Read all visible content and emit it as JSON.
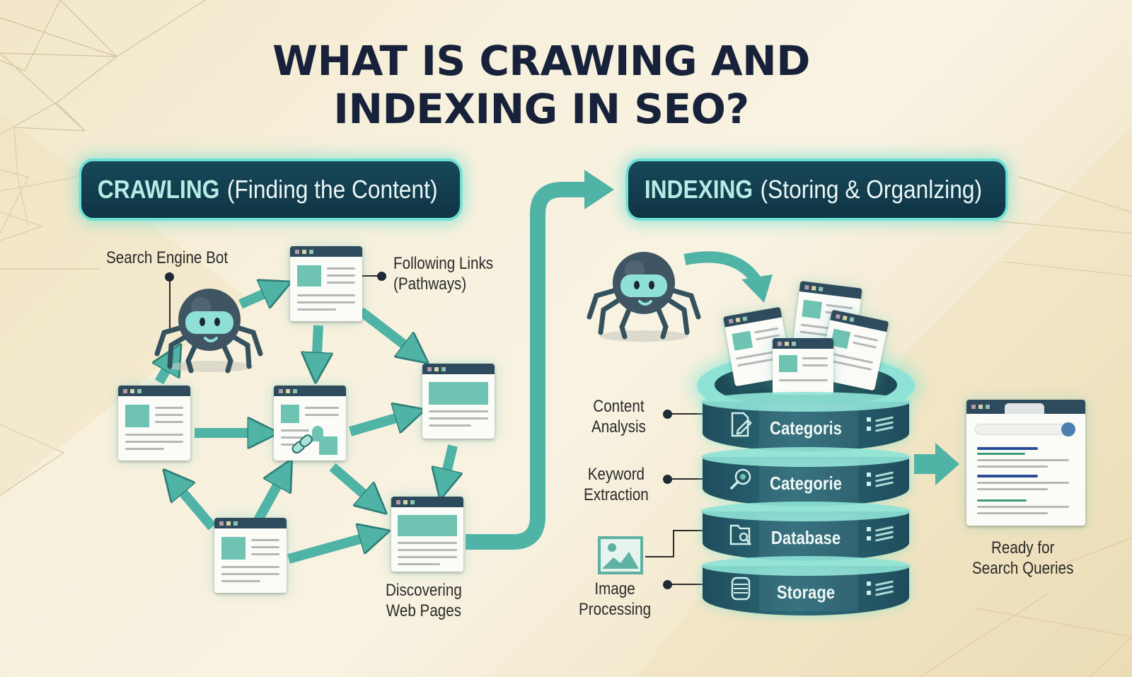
{
  "title": {
    "line1": "WHAT IS CRAWING AND",
    "line2": "INDEXING IN SEO?"
  },
  "crawling": {
    "heading_strong": "CRAWLING",
    "heading_sub": "(Finding the Content)",
    "labels": {
      "bot": "Search Engine Bot",
      "links_line1": "Following Links",
      "links_line2": "(Pathways)",
      "discover_line1": "Discovering",
      "discover_line2": "Web Pages"
    },
    "pages_count": 6
  },
  "indexing": {
    "heading_strong": "INDEXING",
    "heading_sub": "(Storing & Organlzing)",
    "labels": {
      "content_line1": "Content",
      "content_line2": "Analysis",
      "keyword_line1": "Keyword",
      "keyword_line2": "Extraction",
      "image_line1": "Image",
      "image_line2": "Processing",
      "ready_line1": "Ready for",
      "ready_line2": "Search Queries"
    },
    "database_layers": [
      {
        "label": "Categoris",
        "icon": "document-edit-icon"
      },
      {
        "label": "Categorie",
        "icon": "magnifier-icon"
      },
      {
        "label": "Database",
        "icon": "folder-search-icon"
      },
      {
        "label": "Storage",
        "icon": "database-icon"
      }
    ]
  },
  "colors": {
    "navy": "#17223a",
    "pill_bg": "#0f3444",
    "pill_glow": "#6fe0d3",
    "teal": "#4fb3a6",
    "teal_light": "#6fc3b3",
    "background": "#f7f0dc",
    "search_result_blue": "#2a4e96",
    "search_result_green": "#3f9a7a"
  }
}
